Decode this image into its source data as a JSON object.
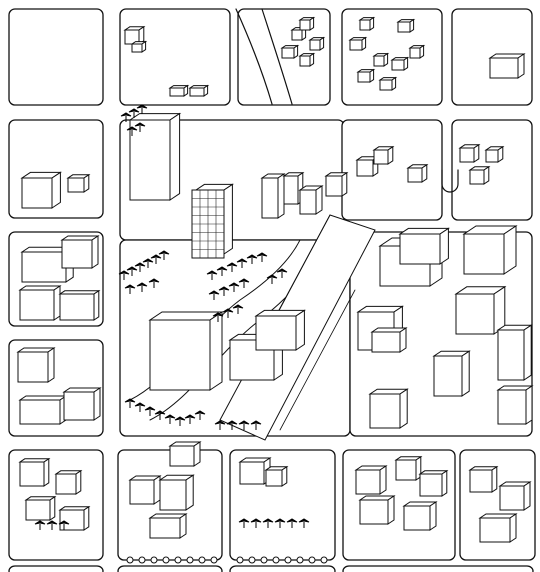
{
  "image": {
    "kind": "isometric urban site plan drawing",
    "ink_color": "#111111",
    "paper_color": "#ffffff"
  },
  "elements": {
    "city_blocks": "city-block",
    "buildings": "building",
    "palm_trees": "palm-tree",
    "roundabout": "roundabout",
    "diagonal_road": "diagonal-road"
  }
}
